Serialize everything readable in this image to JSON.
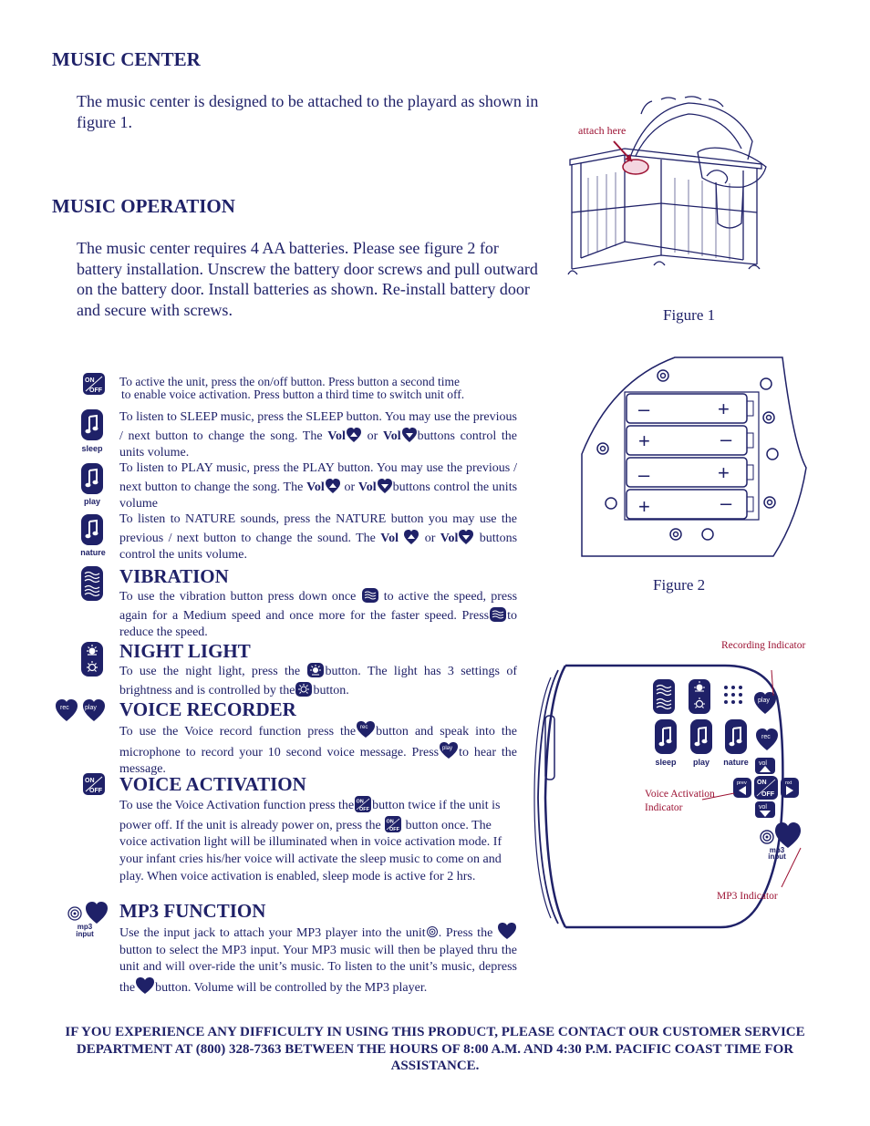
{
  "music_center": {
    "heading": "MUSIC CENTER",
    "text": "The music center is designed to be attached to the playard as shown in figure 1."
  },
  "music_operation": {
    "heading": "MUSIC OPERATION",
    "text": "The music center requires 4 AA batteries.  Please see figure 2 for battery installation.  Unscrew the battery door screws and pull outward on the battery door.  Install batteries as shown.  Re-install battery door and secure with screws."
  },
  "figure1": {
    "caption": "Figure 1",
    "annotation": "attach here"
  },
  "figure2": {
    "caption": "Figure 2",
    "plus": "+",
    "minus": "–"
  },
  "icons": {
    "on": "ON",
    "off": "OFF",
    "sleep": "sleep",
    "play": "play",
    "nature": "nature",
    "rec": "rec",
    "vol": "vol",
    "mp3": "mp3",
    "input": "input",
    "prev": "prev",
    "next": "nxt"
  },
  "onoff_text": {
    "line1": "To active the unit, press the on/off button. Press button a second time",
    "line2": "to enable voice activation. Press button a third time to switch unit off."
  },
  "sleep_text": {
    "a": "To listen to SLEEP music, press the SLEEP button. You may use the previous / next button to change the song. The",
    "b": "or",
    "c": "buttons control the units volume."
  },
  "play_text": {
    "a": "To listen to PLAY music, press the PLAY button. You may use the previous / next button to change the song. The",
    "b": "or",
    "c": "buttons control the units volume"
  },
  "nature_text": {
    "a": "To listen to NATURE sounds, press the NATURE button you may use the previous / next button to change the sound. The",
    "b": "or",
    "c": "buttons control the units volume."
  },
  "vol_word": "Vol",
  "vibration": {
    "heading": "VIBRATION",
    "a": "To use the vibration button press down once",
    "b": "to active the speed, press again for a Medium speed and once more for the faster speed. Press",
    "c": "to reduce the speed."
  },
  "night_light": {
    "heading": "NIGHT LIGHT",
    "a": "To use the night light, press the",
    "b": "button. The light has 3 settings of brightness and is controlled by the",
    "c": "button."
  },
  "voice_recorder": {
    "heading": "VOICE RECORDER",
    "a": "To use the Voice record function press the",
    "b": "button and speak into the microphone to record your 10 second voice message.  Press",
    "c": "to hear the message."
  },
  "voice_activation": {
    "heading": "VOICE ACTIVATION",
    "a": "To use the Voice Activation function press the",
    "b": "button twice if the unit is power off. If the unit is already power on, press the",
    "c": "button once.  The voice activation light will be illuminated when in voice activation mode. If your infant cries his/her voice will activate the sleep music to come on and play. When voice activation is enabled, sleep mode is active for 2 hrs."
  },
  "mp3_function": {
    "heading": "MP3 FUNCTION",
    "a": "Use the input jack to attach your MP3 player into the unit",
    "b": ". Press the",
    "c": "button to select the MP3 input. Your MP3 music will then be played thru the unit and will over-ride the unit’s music. To listen to the unit’s music, depress the",
    "d": "button. Volume will be controlled by the MP3 player."
  },
  "figure3": {
    "recording_indicator": "Recording Indicator",
    "voice_activation_indicator_1": "Voice Activation",
    "voice_activation_indicator_2": "Indicator",
    "mp3_indicator": "MP3 Indicator"
  },
  "footer": "IF YOU EXPERIENCE ANY DIFFICULTY IN USING THIS PRODUCT, PLEASE CONTACT OUR CUSTOMER SERVICE DEPARTMENT AT (800) 328-7363 BETWEEN THE HOURS OF 8:00 A.M. AND 4:30 P.M. PACIFIC COAST TIME FOR ASSISTANCE.",
  "colors": {
    "ink": "#1f2168",
    "accent": "#9c1233"
  }
}
